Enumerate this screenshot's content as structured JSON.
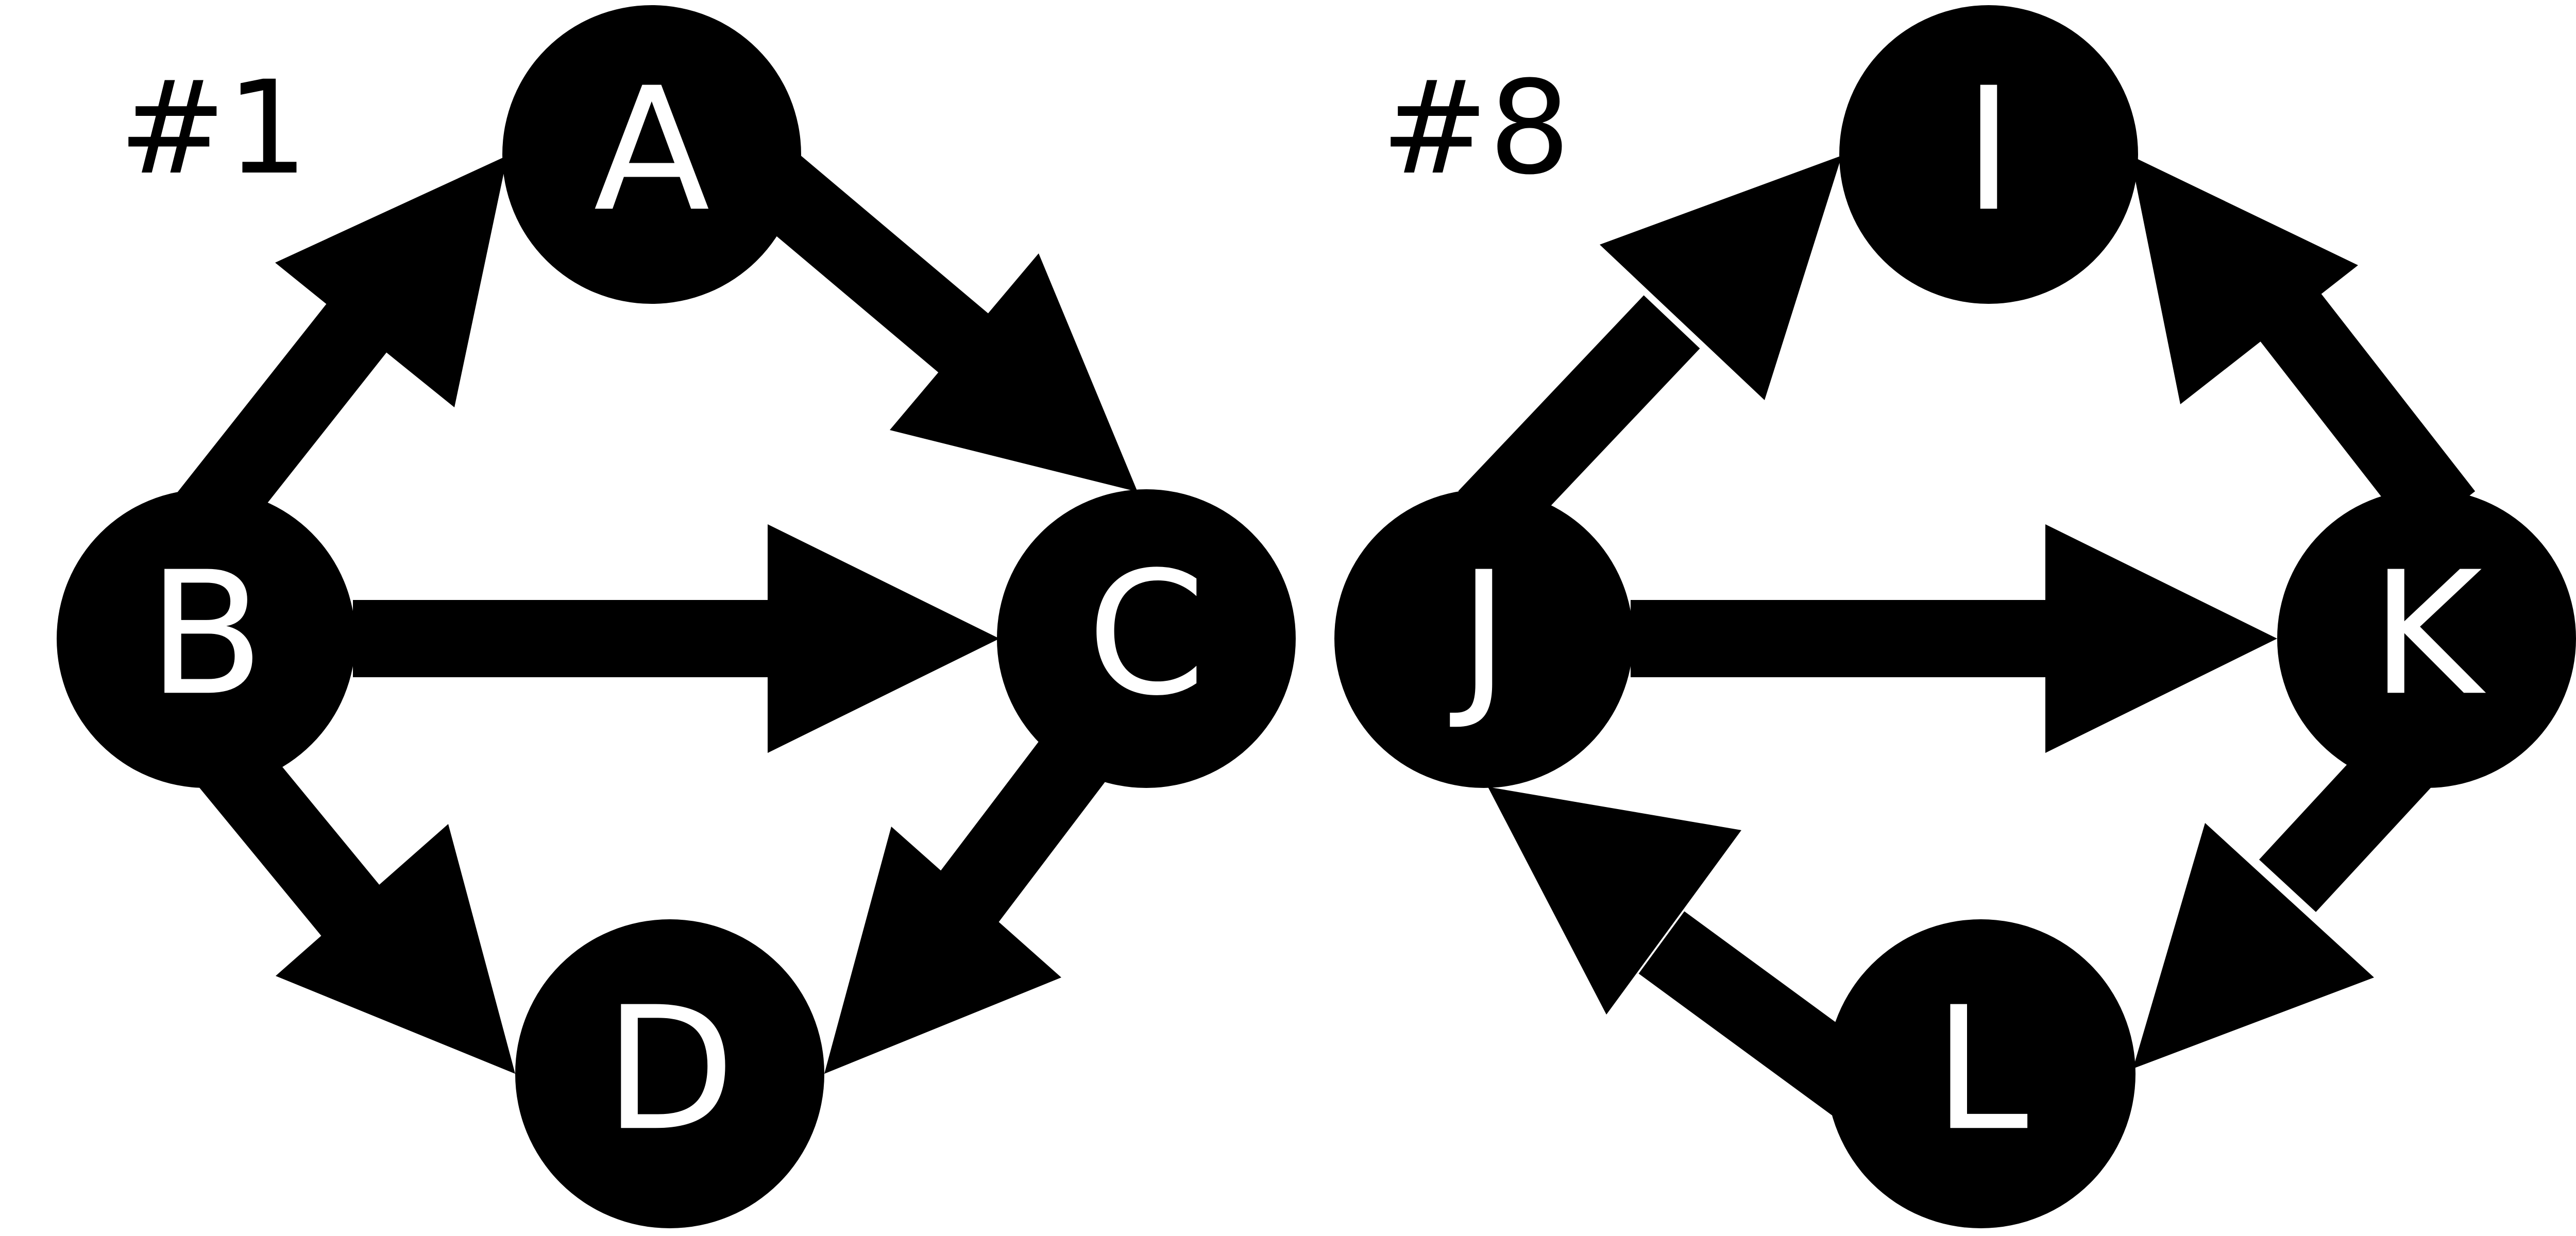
{
  "colors": {
    "background": "#ffffff",
    "shape": "#000000",
    "label": "#ffffff"
  },
  "graphs": [
    {
      "title": "#1",
      "nodes": [
        {
          "id": "A",
          "label": "A"
        },
        {
          "id": "B",
          "label": "B"
        },
        {
          "id": "C",
          "label": "C"
        },
        {
          "id": "D",
          "label": "D"
        }
      ],
      "edges": [
        {
          "from": "B",
          "to": "A"
        },
        {
          "from": "A",
          "to": "C"
        },
        {
          "from": "B",
          "to": "C"
        },
        {
          "from": "B",
          "to": "D"
        },
        {
          "from": "C",
          "to": "D"
        }
      ]
    },
    {
      "title": "#8",
      "nodes": [
        {
          "id": "I",
          "label": "I"
        },
        {
          "id": "J",
          "label": "J"
        },
        {
          "id": "K",
          "label": "K"
        },
        {
          "id": "L",
          "label": "L"
        }
      ],
      "edges": [
        {
          "from": "J",
          "to": "I"
        },
        {
          "from": "K",
          "to": "I"
        },
        {
          "from": "J",
          "to": "K"
        },
        {
          "from": "K",
          "to": "L"
        },
        {
          "from": "L",
          "to": "J"
        }
      ]
    }
  ]
}
